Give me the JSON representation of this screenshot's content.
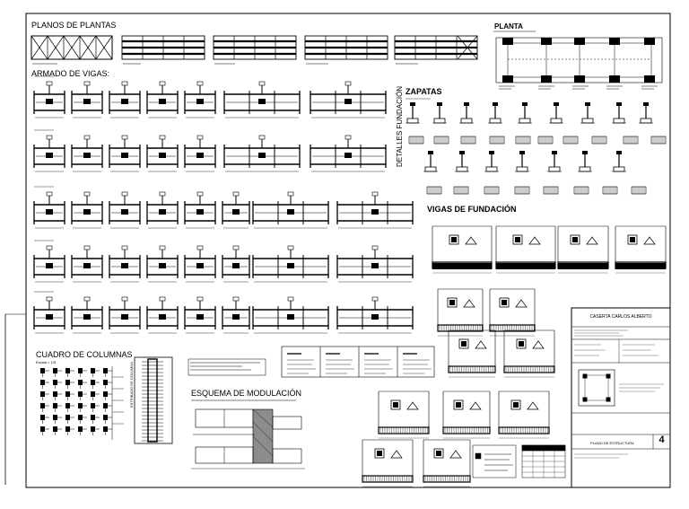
{
  "sheet": {
    "sections": {
      "planos_de_plantas": "PLANOS DE PLANTAS",
      "armado_de_vigas": "ARMADO DE VIGAS:",
      "planta": "PLANTA",
      "zapatas": "ZAPATAS",
      "detalles_fundacion": "DETALLES FUNDACIÓN",
      "vigas_de_fundacion": "VIGAS DE FUNDACIÓN",
      "cuadro_de_columnas": "CUADRO DE COLUMNAS",
      "escala_cuadro": "Escala = 1/5",
      "estribado_de_columna": "ESTRIBADO DE COLUMNA",
      "esquema_de_modulacion": "ESQUEMA DE MODULACIÓN"
    },
    "title_block": {
      "client": "CASERTA CARLOS ALBERTO",
      "drawing_title": "PLANO DE ESTRUCTURA",
      "sheet_number": "4"
    }
  }
}
